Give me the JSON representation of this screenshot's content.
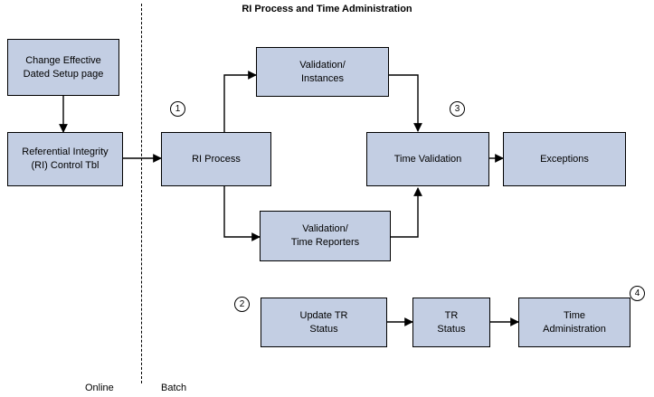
{
  "title": "RI Process and Time Administration",
  "boxes": {
    "change_effective": "Change Effective\nDated Setup page",
    "ri_control": "Referential Integrity\n(RI) Control Tbl",
    "ri_process": "RI Process",
    "validation_instances": "Validation/\nInstances",
    "validation_time_reporters": "Validation/\nTime Reporters",
    "time_validation": "Time Validation",
    "exceptions": "Exceptions",
    "update_tr_status": "Update TR\nStatus",
    "tr_status": "TR\nStatus",
    "time_administration": "Time\nAdministration"
  },
  "markers": {
    "one": "1",
    "two": "2",
    "three": "3",
    "four": "4"
  },
  "captions": {
    "online": "Online",
    "batch": "Batch"
  },
  "colors": {
    "box_fill": "#c3cee3",
    "box_border": "#000000",
    "background": "#ffffff",
    "text": "#000000"
  }
}
